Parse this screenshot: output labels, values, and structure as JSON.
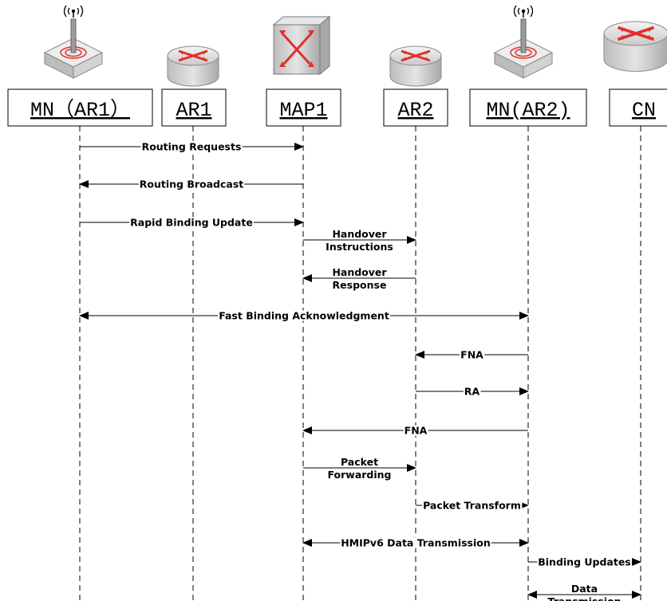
{
  "diagram": {
    "entities": [
      {
        "id": "mn_ar1",
        "label": "MN（AR1）",
        "icon": "wireless-access-point-icon"
      },
      {
        "id": "ar1",
        "label": "AR1",
        "icon": "router-icon"
      },
      {
        "id": "map1",
        "label": "MAP1",
        "icon": "switch-icon"
      },
      {
        "id": "ar2",
        "label": "AR2",
        "icon": "router-icon"
      },
      {
        "id": "mn_ar2",
        "label": "MN(AR2)",
        "icon": "wireless-access-point-icon"
      },
      {
        "id": "cn",
        "label": "CN",
        "icon": "router-icon"
      }
    ],
    "messages": [
      {
        "from": "mn_ar1",
        "to": "map1",
        "lines": [
          "Routing Requests"
        ]
      },
      {
        "from": "map1",
        "to": "mn_ar1",
        "lines": [
          "Routing Broadcast"
        ]
      },
      {
        "from": "mn_ar1",
        "to": "map1",
        "lines": [
          "Rapid Binding Update"
        ]
      },
      {
        "from": "map1",
        "to": "ar2",
        "lines": [
          "Handover",
          "Instructions"
        ]
      },
      {
        "from": "ar2",
        "to": "map1",
        "lines": [
          "Handover",
          "Response"
        ]
      },
      {
        "from": "mn_ar1",
        "to": "mn_ar2",
        "lines": [
          "Fast Binding Acknowledgment"
        ],
        "bidirectional": true
      },
      {
        "from": "mn_ar2",
        "to": "ar2",
        "lines": [
          "FNA"
        ]
      },
      {
        "from": "ar2",
        "to": "mn_ar2",
        "lines": [
          "RA"
        ]
      },
      {
        "from": "mn_ar2",
        "to": "map1",
        "lines": [
          "FNA"
        ]
      },
      {
        "from": "map1",
        "to": "ar2",
        "lines": [
          "Packet",
          "Forwarding"
        ]
      },
      {
        "from": "ar2",
        "to": "mn_ar2",
        "lines": [
          "Packet Transform"
        ],
        "small_arrow": true
      },
      {
        "from": "map1",
        "to": "mn_ar2",
        "lines": [
          "HMIPv6 Data Transmission"
        ],
        "bidirectional": true
      },
      {
        "from": "mn_ar2",
        "to": "cn",
        "lines": [
          "Binding Updates"
        ]
      },
      {
        "from": "mn_ar2",
        "to": "cn",
        "lines": [
          "Data",
          "Transmission"
        ],
        "bidirectional": true
      }
    ]
  },
  "colors": {
    "icon_red": "#e0312b",
    "icon_gray": "#c8c8c8",
    "line": "#000000"
  }
}
